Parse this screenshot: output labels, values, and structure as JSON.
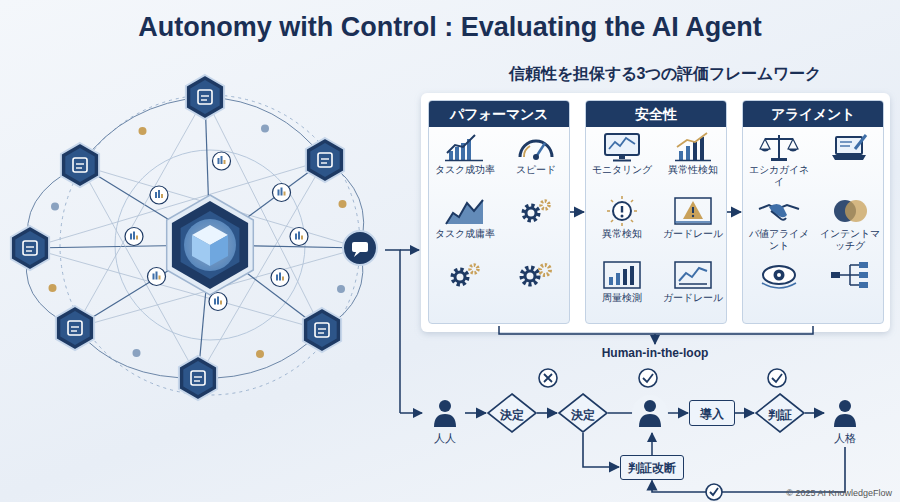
{
  "diagram": {
    "title": "Autonomy with Control : Evaluating the AI Agent",
    "caption": "© 2025 AI KnowledgeFlow",
    "nodes": [
      {
        "text": [
          "パフォーマンス"
        ]
      },
      {
        "text": [
          "タスク成功率"
        ],
        "in": 0
      },
      {
        "text": [
          "スピード"
        ],
        "in": 0
      },
      {
        "text": [
          "タスク成庸率"
        ],
        "in": 0
      },
      {
        "text": [
          "安全性"
        ]
      },
      {
        "text": [
          "モニタリング"
        ],
        "in": 4
      },
      {
        "text": [
          "異常性検知"
        ],
        "in": 4
      },
      {
        "text": [
          "異常検知"
        ],
        "in": 4
      },
      {
        "text": [
          "ガードレール"
        ],
        "in": 4
      },
      {
        "text": [
          "周量検測"
        ],
        "in": 4
      },
      {
        "text": [
          "ガードレール"
        ],
        "in": 4
      },
      {
        "text": [
          "アライメント"
        ]
      },
      {
        "text": [
          "エシカガイネイ"
        ],
        "in": 11
      },
      {
        "text": [
          "バ値アライメント"
        ],
        "in": 11
      },
      {
        "text": [
          "インテントマッチグ"
        ],
        "in": 11
      },
      {
        "text": [
          "人人"
        ]
      },
      {
        "text": [
          "決定"
        ]
      },
      {
        "text": [
          "決定"
        ]
      },
      {
        "text": [
          "導入"
        ]
      },
      {
        "text": [
          "判証"
        ]
      },
      {
        "text": [
          "人格"
        ]
      },
      {
        "text": [
          "判証改断"
        ]
      }
    ],
    "edges": [
      {
        "from": 0,
        "to": 4,
        "arrow": "to"
      },
      {
        "from": 4,
        "to": 11,
        "arrow": "to"
      },
      {
        "from": 15,
        "to": 16,
        "arrow": "to"
      },
      {
        "from": 16,
        "to": 17,
        "arrow": "to"
      },
      {
        "from": 17,
        "to": 18,
        "arrow": "to"
      },
      {
        "from": 18,
        "to": 19,
        "arrow": "to"
      },
      {
        "from": 19,
        "to": 20,
        "arrow": "to"
      },
      {
        "from": 17,
        "to": 21,
        "arrow": "to"
      },
      {
        "from": 20,
        "to": 21,
        "arrow": "to"
      }
    ],
    "labels": [
      "信頼性を担保する3つの評価フレームワーク",
      "Human-in-the-loop"
    ]
  }
}
